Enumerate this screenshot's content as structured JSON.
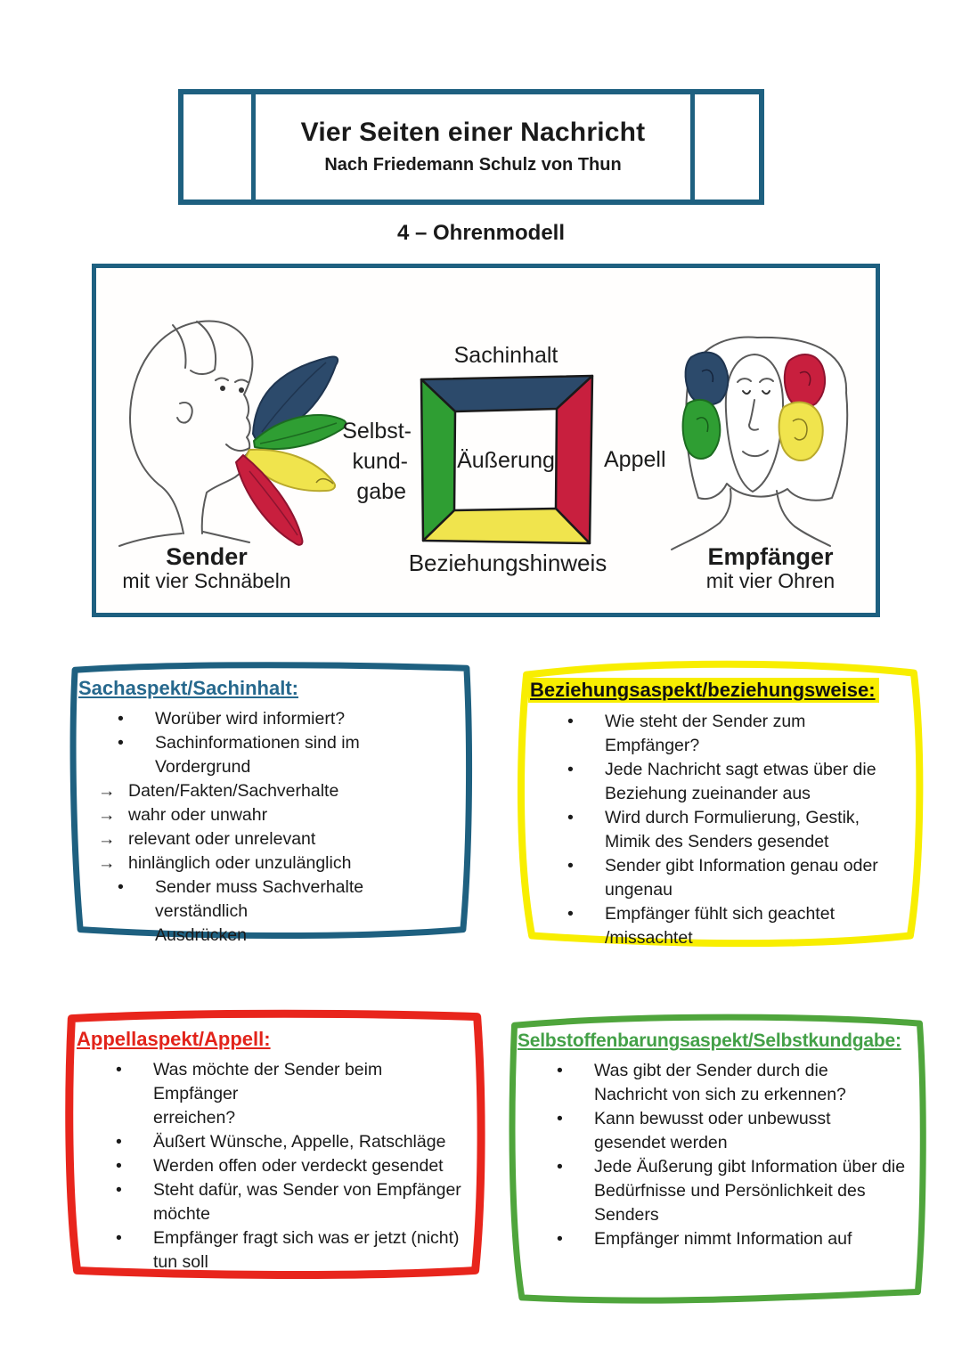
{
  "header": {
    "title": "Vier Seiten einer Nachricht",
    "subtitle": "Nach Friedemann Schulz von Thun",
    "section_heading": "4 – Ohrenmodell"
  },
  "diagram": {
    "label_top": "Sachinhalt",
    "label_left_lines": [
      "Selbst-",
      "kund-",
      "gabe"
    ],
    "label_center": "Äußerung",
    "label_right": "Appell",
    "label_bottom": "Beziehungshinweis",
    "sender_title": "Sender",
    "sender_subtitle": "mit vier Schnäbeln",
    "receiver_title": "Empfänger",
    "receiver_subtitle": "mit vier Ohren",
    "colors": {
      "content_navy": "#2c4a6b",
      "self_disclosure_green": "#2f9e33",
      "relationship_yellow": "#f0e44d",
      "appeal_red": "#c81f3e"
    }
  },
  "boxes": [
    {
      "id": "sachinhalt",
      "accent": "#1e6080",
      "heading": "Sachaspekt/Sachinhalt:",
      "items": [
        {
          "marker": "•",
          "text": "Worüber wird informiert?"
        },
        {
          "marker": "•",
          "text": "Sachinformationen sind im\nVordergrund"
        },
        {
          "marker": "→",
          "text": "Daten/Fakten/Sachverhalte"
        },
        {
          "marker": "→",
          "text": "wahr oder unwahr"
        },
        {
          "marker": "→",
          "text": "relevant oder unrelevant"
        },
        {
          "marker": "→",
          "text": "hinlänglich oder unzulänglich"
        },
        {
          "marker": "•",
          "text": "Sender muss Sachverhalte\nverständlich\nAusdrücken"
        }
      ]
    },
    {
      "id": "beziehung",
      "accent": "#f8ee00",
      "heading": "Beziehungsaspekt/beziehungsweise:",
      "items": [
        {
          "marker": "•",
          "text": "Wie steht der Sender zum\nEmpfänger?"
        },
        {
          "marker": "•",
          "text": "Jede Nachricht sagt etwas über die\nBeziehung zueinander aus"
        },
        {
          "marker": "•",
          "text": "Wird durch Formulierung, Gestik,\nMimik des Senders gesendet"
        },
        {
          "marker": "•",
          "text": "Sender gibt Information genau oder\nungenau"
        },
        {
          "marker": "•",
          "text": "Empfänger fühlt sich geachtet\n/missachtet"
        }
      ]
    },
    {
      "id": "appell",
      "accent": "#e8251c",
      "heading": "Appellaspekt/Appell:",
      "items": [
        {
          "marker": "•",
          "text": "Was möchte der Sender beim\nEmpfänger\nerreichen?"
        },
        {
          "marker": "•",
          "text": "Äußert Wünsche, Appelle, Ratschläge"
        },
        {
          "marker": "•",
          "text": "Werden offen oder verdeckt gesendet"
        },
        {
          "marker": "•",
          "text": "Steht dafür, was Sender von Empfänger\nmöchte"
        },
        {
          "marker": "•",
          "text": "Empfänger fragt sich was er jetzt (nicht)\ntun soll"
        }
      ]
    },
    {
      "id": "selbstkundgabe",
      "accent": "#4fa53c",
      "heading": "Selbstoffenbarungsaspekt/Selbstkundgabe:",
      "items": [
        {
          "marker": "•",
          "text": "Was gibt der Sender durch die\nNachricht von sich zu erkennen?"
        },
        {
          "marker": "•",
          "text": "Kann bewusst oder unbewusst\ngesendet werden"
        },
        {
          "marker": "•",
          "text": "Jede Äußerung gibt Information über die\nBedürfnisse und Persönlichkeit des\nSenders"
        },
        {
          "marker": "•",
          "text": "Empfänger nimmt Information auf"
        }
      ]
    }
  ]
}
